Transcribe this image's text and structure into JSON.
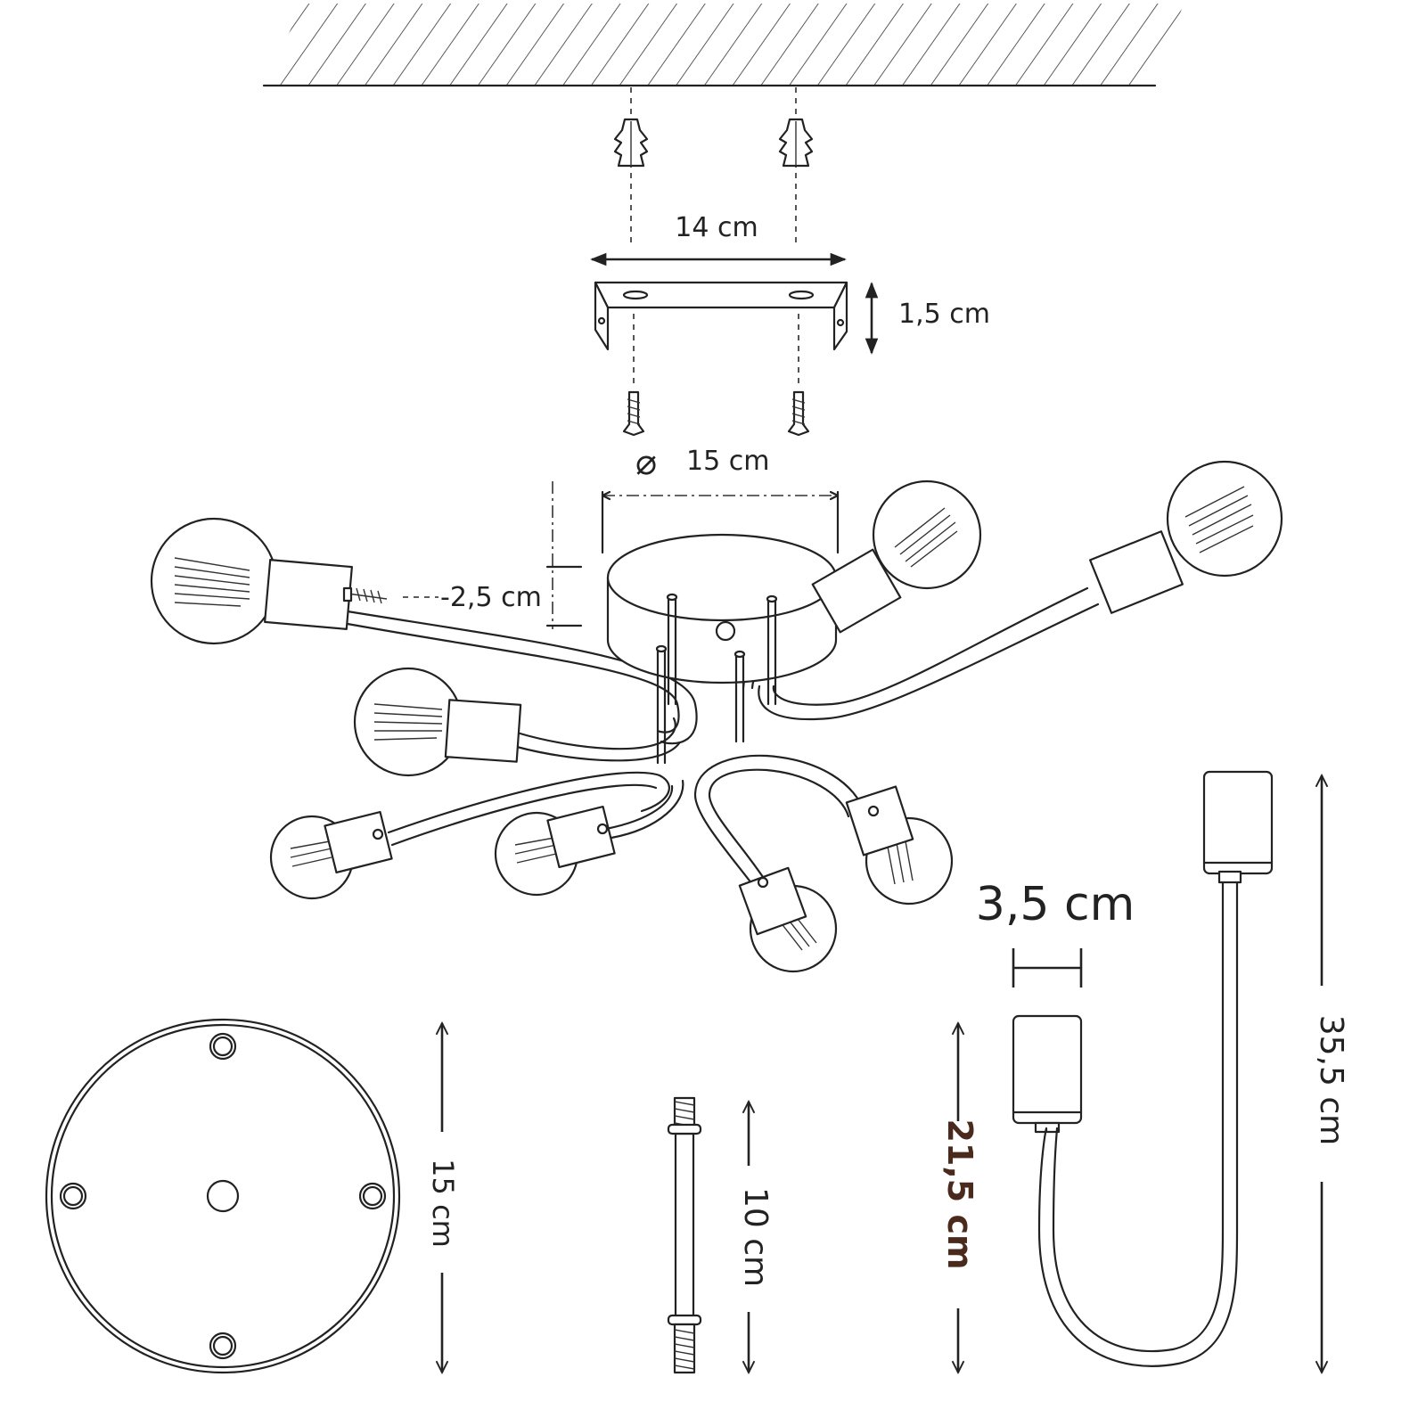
{
  "dimensions": {
    "bracket_length": "14 cm",
    "bracket_height": "1,5 cm",
    "canopy_diameter_symbol": "⌀",
    "canopy_diameter": "15 cm",
    "screw_depth": "-2,5 cm",
    "socket_width": "3,5 cm",
    "canopy_height_side": "15 cm",
    "rod_length": "10 cm",
    "short_arm_length": "21,5 cm",
    "long_arm_length": "35,5 cm"
  },
  "colors": {
    "line": "#222222",
    "accent_label": "#4a2a1c"
  }
}
